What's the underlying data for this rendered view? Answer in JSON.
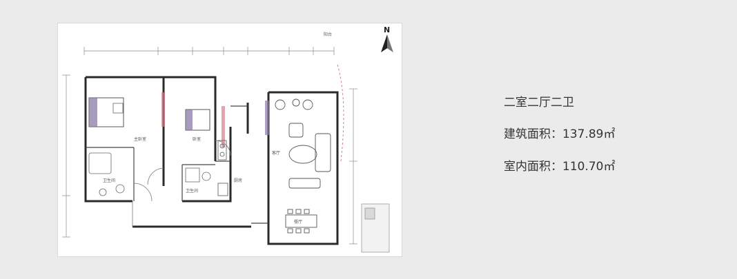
{
  "info": {
    "layout": "二室二厅二卫",
    "built_area_label": "建筑面积：",
    "built_area_value": "137.89㎡",
    "inner_area_label": "室内面积：",
    "inner_area_value": "110.70㎡"
  },
  "floorplan": {
    "compass_letter": "N",
    "room_labels": {
      "master_bedroom": "主卧室",
      "bedroom": "卧室",
      "bath1": "卫生间",
      "bath2": "卫生间",
      "kitchen": "厨房",
      "living": "客厅",
      "dining": "餐厅",
      "balcony": "阳台"
    }
  },
  "colors": {
    "background": "#ebebeb",
    "card": "#ffffff",
    "text": "#333333",
    "wall": "#2a2a2a",
    "accent_red": "#d77a8a",
    "accent_purple": "#8a7aa8"
  }
}
